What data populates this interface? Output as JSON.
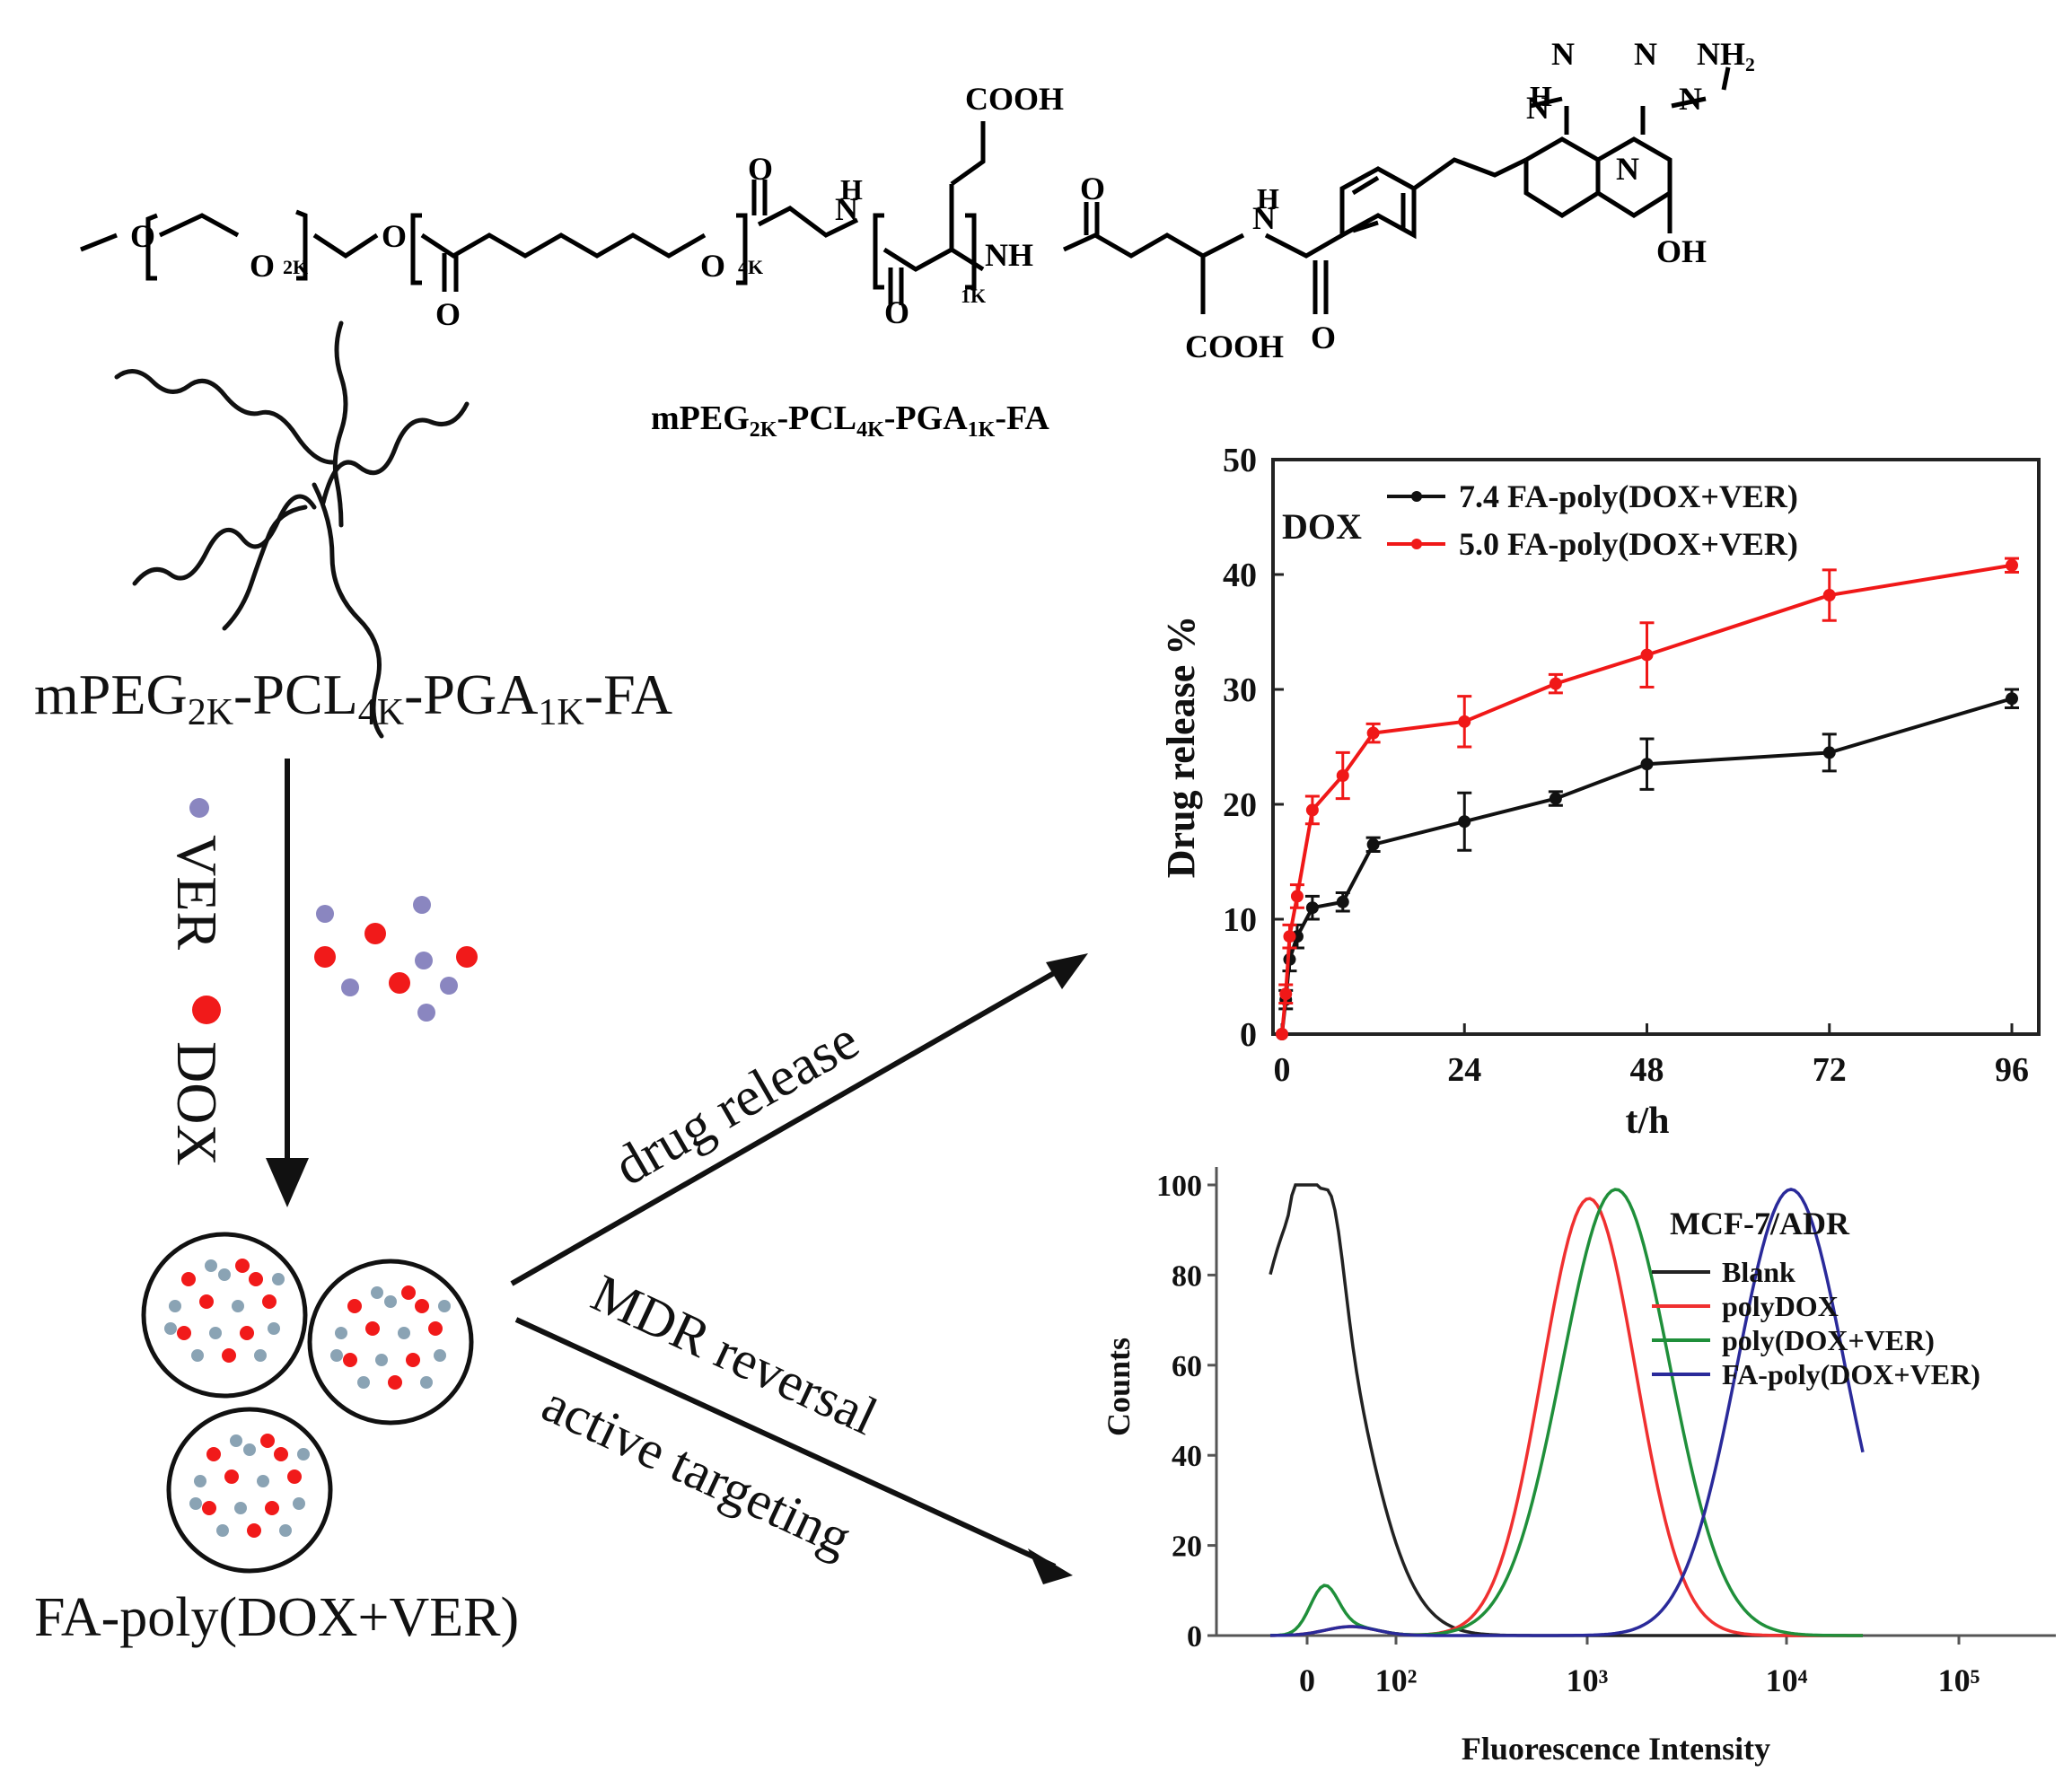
{
  "structure": {
    "atoms": {
      "O": "O",
      "H": "H",
      "N": "N",
      "NH": "NH",
      "NH2": "NH₂",
      "OH": "OH",
      "COOH": "COOH"
    },
    "subscripts": {
      "peg": "2K",
      "pcl": "4K",
      "pga": "1K"
    },
    "caption": {
      "main": "mPEG",
      "s1": "2K",
      "p2": "-PCL",
      "s2": "4K",
      "p3": "-PGA",
      "s3": "1K",
      "p4": "-FA"
    }
  },
  "polymer_label": {
    "main": "mPEG",
    "s1": "2K",
    "p2": "-PCL",
    "s2": "4K",
    "p3": "-PGA",
    "s3": "1K",
    "p4": "-FA"
  },
  "loading": {
    "label_ver": "VER",
    "label_dox": "DOX"
  },
  "micelle_label": "FA-poly(DOX+VER)",
  "arrows": {
    "drug_release": "drug release",
    "mdr_reversal": "MDR reversal",
    "active_targeting": "active targeting"
  },
  "colors": {
    "dox": "#f11a1a",
    "ver": "#8a86c0",
    "dot_gray": "#8aa3b4"
  },
  "chart_data": [
    {
      "type": "line",
      "annotation": "DOX",
      "xlabel": "t/h",
      "ylabel": "Drug release %",
      "xlim": [
        0,
        96
      ],
      "ylim": [
        0,
        50
      ],
      "xticks": [
        "0",
        "24",
        "48",
        "72",
        "96"
      ],
      "yticks": [
        "0",
        "10",
        "20",
        "30",
        "40",
        "50"
      ],
      "legend_position": "top-right",
      "series": [
        {
          "name": "7.4 FA-poly(DOX+VER)",
          "color": "#111111",
          "x": [
            0,
            0.5,
            1,
            2,
            4,
            8,
            12,
            24,
            36,
            48,
            72,
            96
          ],
          "y": [
            0,
            3,
            6.5,
            8.5,
            11,
            11.5,
            16.5,
            18.5,
            20.5,
            23.5,
            24.5,
            29.2
          ],
          "err": [
            0,
            0.8,
            1,
            1,
            1,
            0.8,
            0.6,
            2.5,
            0.6,
            2.2,
            1.6,
            0.8
          ]
        },
        {
          "name": "5.0 FA-poly(DOX+VER)",
          "color": "#f01818",
          "x": [
            0,
            0.5,
            1,
            2,
            4,
            8,
            12,
            24,
            36,
            48,
            72,
            96
          ],
          "y": [
            0,
            3.5,
            8.5,
            12,
            19.5,
            22.5,
            26.2,
            27.2,
            30.5,
            33,
            38.2,
            40.8
          ],
          "err": [
            0,
            0.8,
            1,
            1,
            1.2,
            2,
            0.8,
            2.2,
            0.8,
            2.8,
            2.2,
            0.6
          ]
        }
      ]
    },
    {
      "type": "area",
      "title": "MCF-7/ADR",
      "xlabel": "Fluorescence Intensity",
      "ylabel": "Counts",
      "ylim": [
        0,
        100
      ],
      "xticks": [
        "0",
        "10²",
        "10³",
        "10⁴",
        "10⁵"
      ],
      "yticks": [
        "0",
        "20",
        "40",
        "60",
        "80",
        "100"
      ],
      "legend_position": "top-right",
      "series": [
        {
          "name": "Blank",
          "color": "#222222",
          "peak": 95,
          "center": 95,
          "width": 60
        },
        {
          "name": "polyDOX",
          "color": "#f03030",
          "peak": 97,
          "center": 415,
          "width": 52
        },
        {
          "name": "poly(DOX+VER)",
          "color": "#1f8f3a",
          "peak": 99,
          "center": 445,
          "width": 60
        },
        {
          "name": "FA-poly(DOX+VER)",
          "color": "#2a2a9a",
          "peak": 99,
          "center": 640,
          "width": 60
        }
      ]
    }
  ]
}
